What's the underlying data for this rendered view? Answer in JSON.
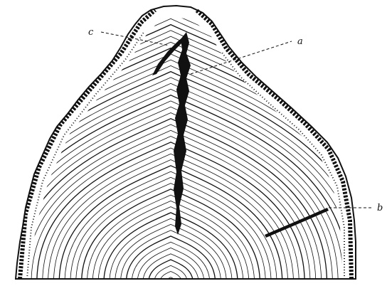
{
  "figure": {
    "labels": {
      "a": "a",
      "b": "b",
      "c": "c"
    }
  },
  "colors": {
    "ink": "#111111",
    "paper": "#ffffff"
  }
}
